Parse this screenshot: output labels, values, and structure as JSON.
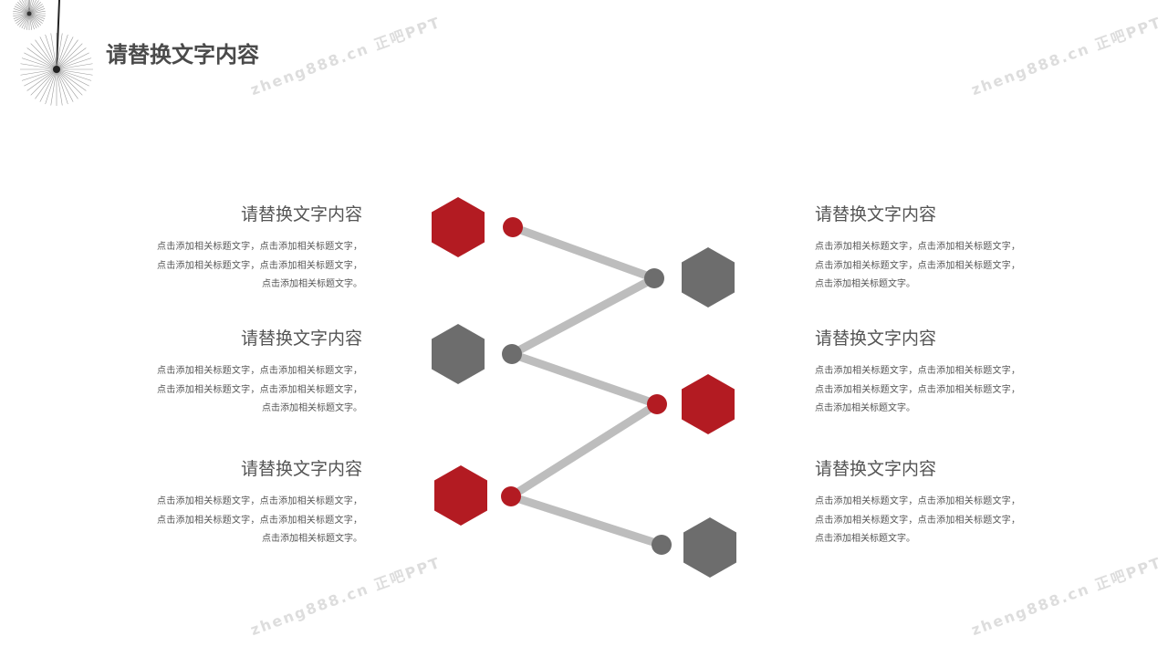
{
  "title": "请替换文字内容",
  "watermark": "zheng888.cn 正吧PPT",
  "colors": {
    "red": "#b31b22",
    "gray": "#6d6d6d",
    "line": "#bdbdbd"
  },
  "items": [
    {
      "side": "left",
      "color": "red",
      "heading": "请替换文字内容",
      "body": "点击添加相关标题文字，点击添加相关标题文字，点击添加相关标题文字，点击添加相关标题文字，点击添加相关标题文字。"
    },
    {
      "side": "left",
      "color": "gray",
      "heading": "请替换文字内容",
      "body": "点击添加相关标题文字，点击添加相关标题文字，点击添加相关标题文字，点击添加相关标题文字，点击添加相关标题文字。"
    },
    {
      "side": "left",
      "color": "red",
      "heading": "请替换文字内容",
      "body": "点击添加相关标题文字，点击添加相关标题文字，点击添加相关标题文字，点击添加相关标题文字，点击添加相关标题文字。"
    },
    {
      "side": "right",
      "color": "gray",
      "heading": "请替换文字内容",
      "body": "点击添加相关标题文字，点击添加相关标题文字，点击添加相关标题文字，点击添加相关标题文字，点击添加相关标题文字。"
    },
    {
      "side": "right",
      "color": "red",
      "heading": "请替换文字内容",
      "body": "点击添加相关标题文字，点击添加相关标题文字，点击添加相关标题文字，点击添加相关标题文字，点击添加相关标题文字。"
    },
    {
      "side": "right",
      "color": "gray",
      "heading": "请替换文字内容",
      "body": "点击添加相关标题文字，点击添加相关标题文字，点击添加相关标题文字，点击添加相关标题文字，点击添加相关标题文字。"
    }
  ]
}
